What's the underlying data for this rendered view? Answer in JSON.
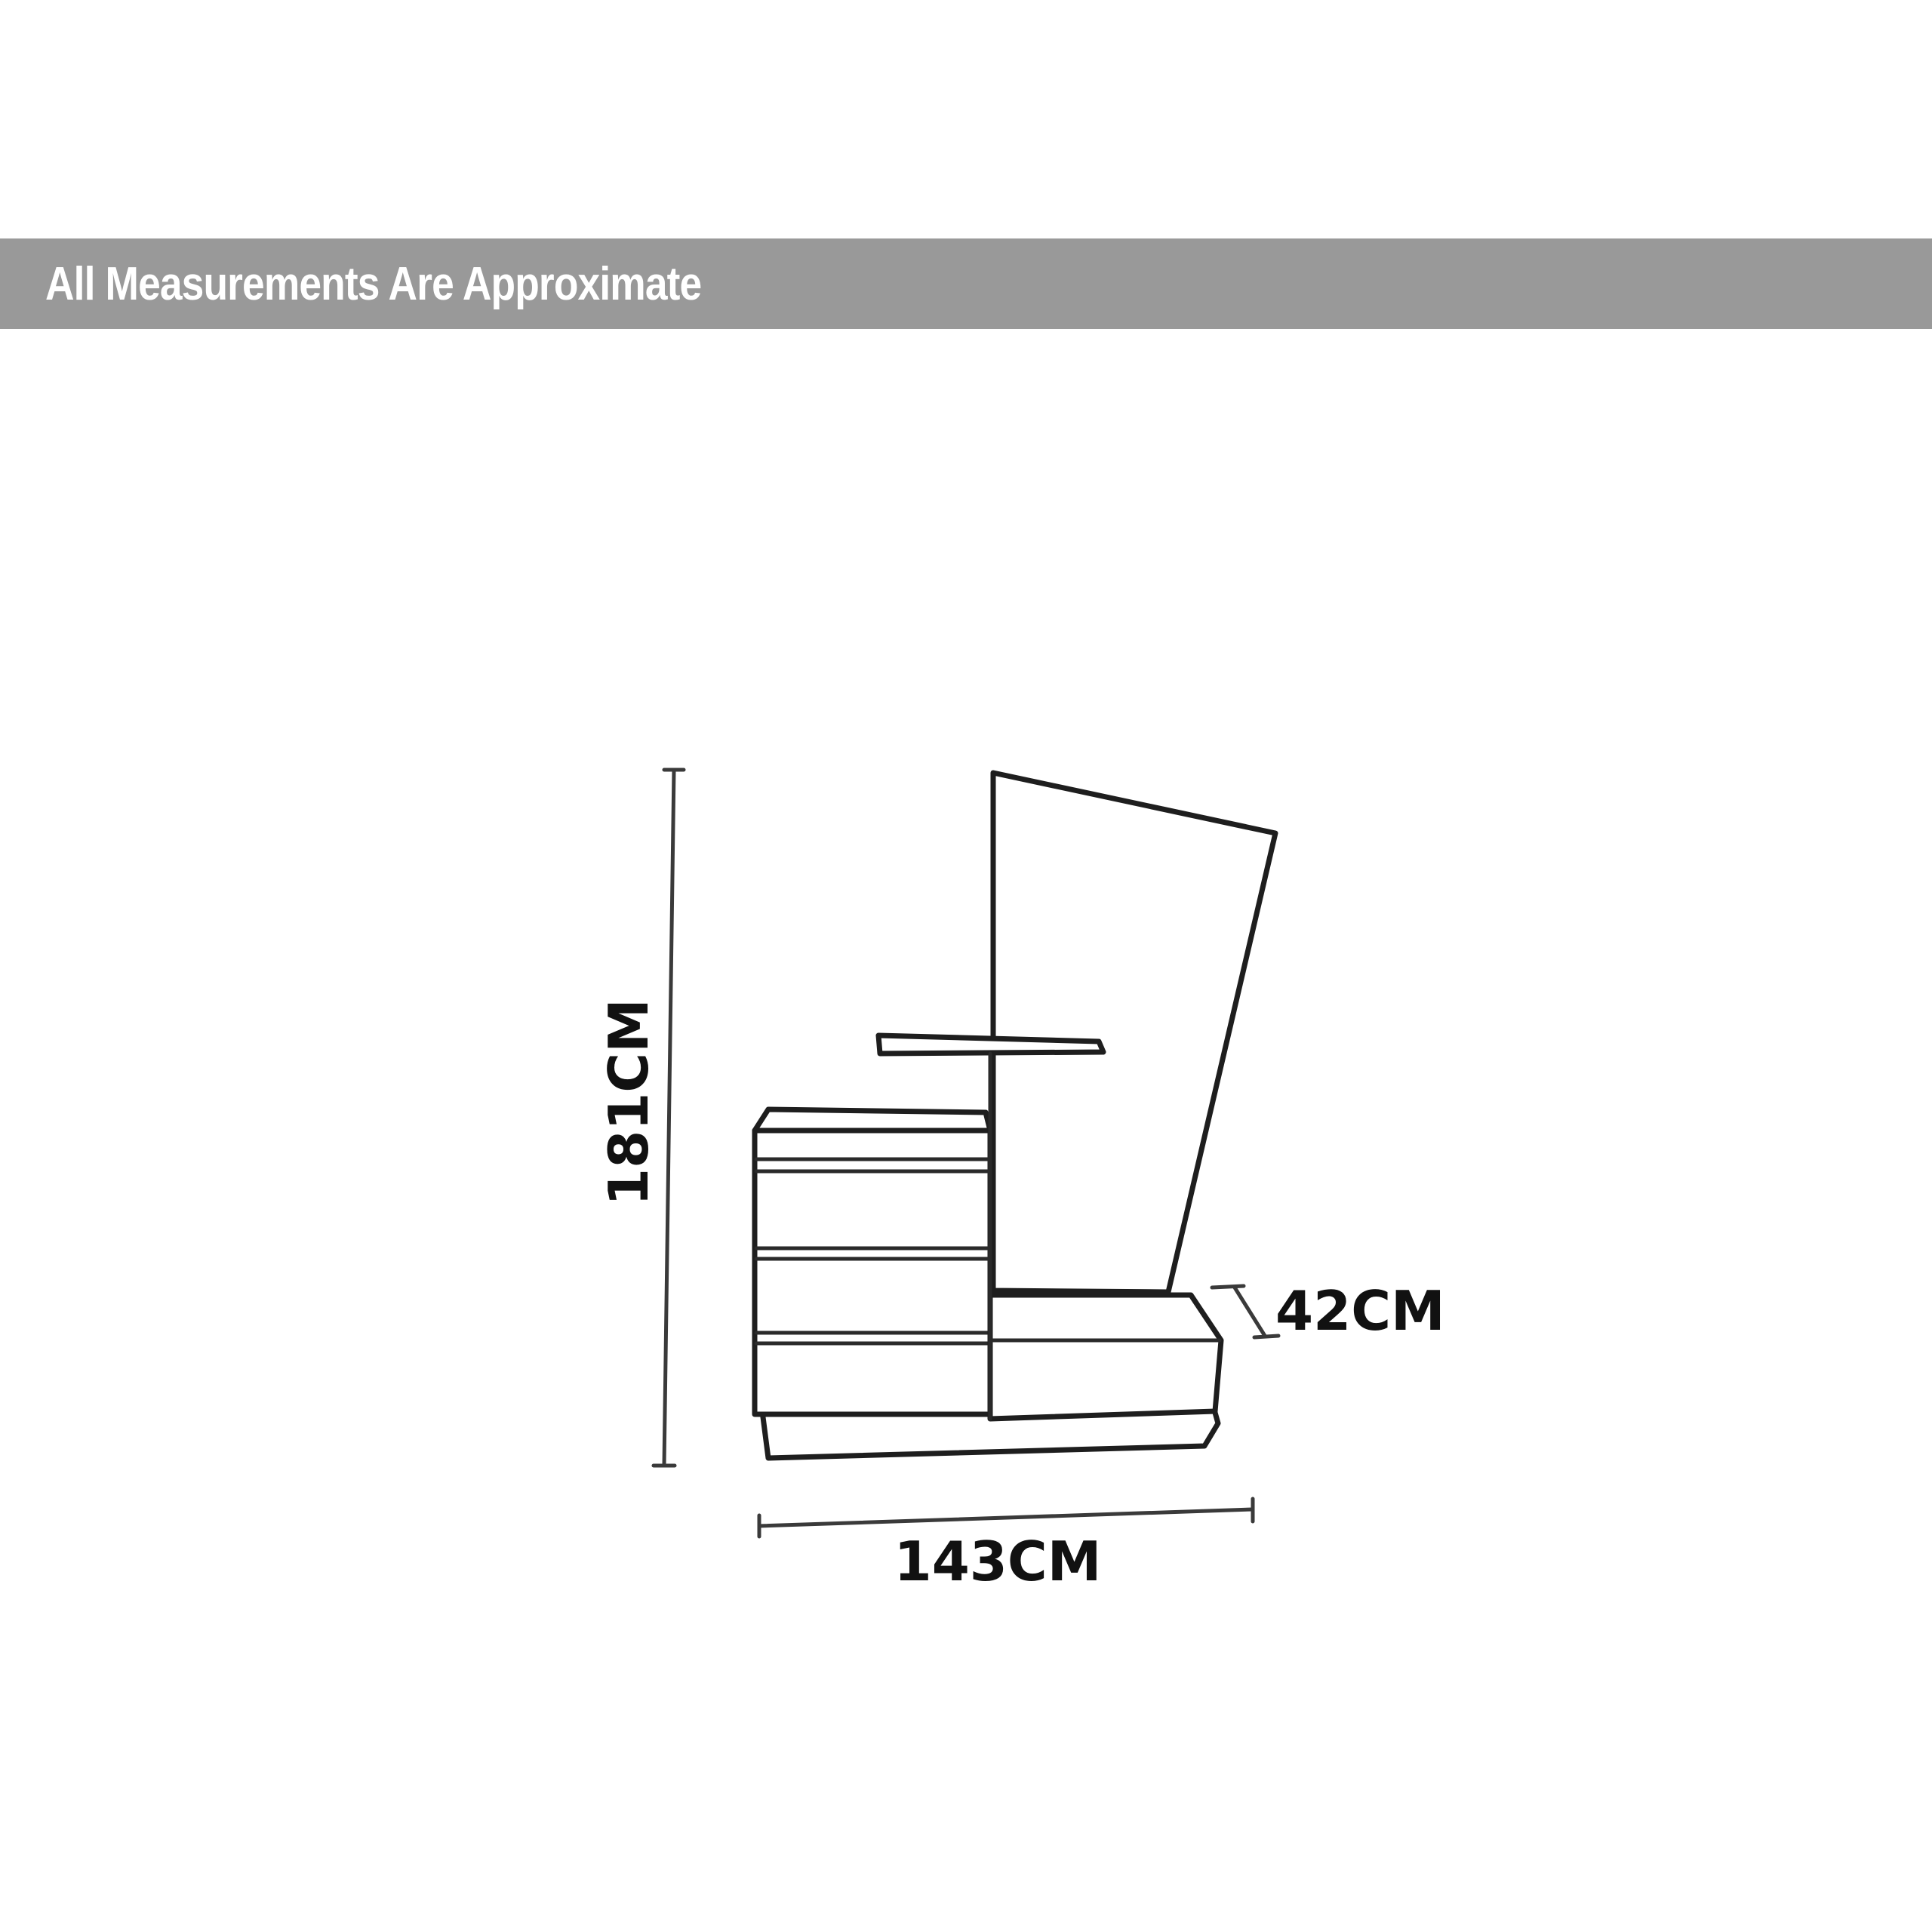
{
  "banner": {
    "text": "All Measurements Are Approximate",
    "background_color": "#999999",
    "text_color": "#ffffff"
  },
  "diagram": {
    "subject": "chair with side shelving unit",
    "dimensions": {
      "height": "181CM",
      "width": "143CM",
      "seat_height": "42CM"
    }
  }
}
